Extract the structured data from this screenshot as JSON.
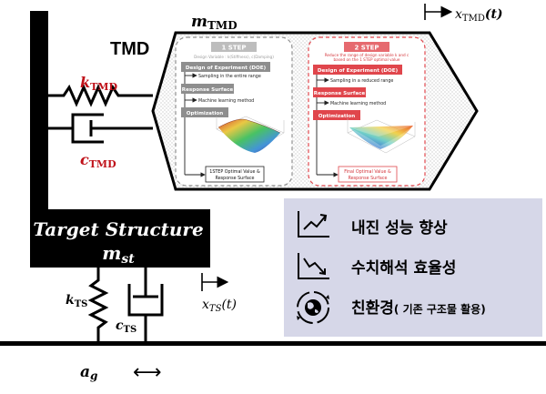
{
  "tmd": {
    "label": "TMD",
    "mass_label_base": "m",
    "mass_label_sub": "TMD",
    "disp_label_base": "x",
    "disp_label_sub": "TMD",
    "disp_label_tail": "(t)"
  },
  "spring_tmd": {
    "base": "k",
    "sub": "TMD"
  },
  "damper_tmd": {
    "base": "c",
    "sub": "TMD"
  },
  "structure": {
    "title": "Target Structure",
    "mass_base": "m",
    "mass_sub": "st",
    "disp_base": "x",
    "disp_sub": "TS",
    "disp_tail": "(t)"
  },
  "spring_ts": {
    "base": "k",
    "sub": "TS"
  },
  "damper_ts": {
    "base": "c",
    "sub": "TS"
  },
  "ground": {
    "accel_base": "a",
    "accel_sub": "g",
    "arrow": "⟷"
  },
  "step1": {
    "badge": "1 STEP",
    "desc": "Design Variable : k(Stiffness), c(Damping)",
    "doe": "Design of Experiment (DOE)",
    "sampling": "Sampling in the entire range",
    "rs": "Response Surface",
    "ml": "Machine learning method",
    "opt": "Optimization",
    "result_line1": "1STEP Optimal Value &",
    "result_line2": "Response Surface"
  },
  "step2": {
    "badge": "2 STEP",
    "desc_line1": "Reduce the range of design variable k and c",
    "desc_line2": "based on the 1 STEP optimal value",
    "doe": "Design of Experiment (DOE)",
    "sampling": "Sampling in a reduced range",
    "rs": "Response Surface",
    "ml": "Machine learning method",
    "opt": "Optimization",
    "result_line1": "Final Optimal Value &",
    "result_line2": "Response Surface"
  },
  "benefits": {
    "item1": "내진 성능 향상",
    "item2": "수치해석 효율성",
    "item3_main": "친환경",
    "item3_paren": "( 기존 구조물 활용)"
  },
  "colors": {
    "step1_accent": "#8e8e8e",
    "step2_accent": "#e0464c",
    "benefit_panel": "#d6d7e8",
    "structure": "#000000"
  }
}
